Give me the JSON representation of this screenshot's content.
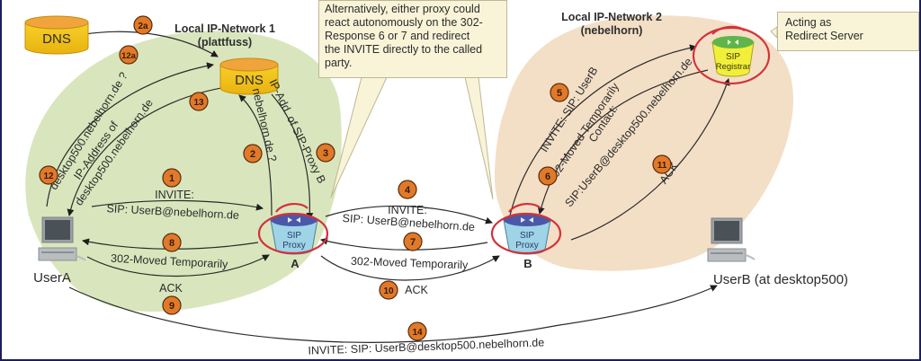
{
  "networks": {
    "net1": {
      "title": "Local IP-Network 1",
      "subtitle": "(plattfuss)",
      "color": "#d9e6bd"
    },
    "net2": {
      "title": "Local IP-Network 2",
      "subtitle": "(nebelhorn)",
      "color": "#f3dfc6"
    }
  },
  "nodes": {
    "dns_external": "DNS",
    "dns_local": "DNS",
    "proxy_a": {
      "line1": "SIP",
      "line2": "Proxy",
      "label": "A"
    },
    "proxy_b": {
      "line1": "SIP",
      "line2": "Proxy",
      "label": "B"
    },
    "registrar": {
      "line1": "SIP",
      "line2": "Registrar"
    },
    "user_a": "UserA",
    "user_b": "UserB (at desktop500)"
  },
  "callouts": {
    "alternative": [
      "Alternatively, either proxy could",
      "react autonomously on the 302-",
      "Response 6 or 7 and redirect",
      "the INVITE directly to the called",
      "party."
    ],
    "redirect": [
      "Acting as",
      "Redirect Server"
    ]
  },
  "steps": {
    "s1": "1",
    "s2": "2",
    "s2a": "2a",
    "s3": "3",
    "s4": "4",
    "s5": "5",
    "s6": "6",
    "s7": "7",
    "s8": "8",
    "s9": "9",
    "s10": "10",
    "s11": "11",
    "s12": "12",
    "s12a": "12a",
    "s13": "13",
    "s14": "14"
  },
  "messages": {
    "m1_a": "INVITE:",
    "m1_b": "SIP: UserB@nebelhorn.de",
    "m2": "nebelhorn.de ?",
    "m3": "IP-Add. of SIP-Proxy B",
    "m4_a": "INVITE:",
    "m4_b": "SIP: UserB@nebelhorn.de",
    "m5": "INVITE: SIP: UserB",
    "m6_a": "302-Moved Temporarily",
    "m6_b": "Contact:",
    "m6_c": "SIP:UserB@desktop500.nebelhorn.de",
    "m7": "302-Moved Temporarily",
    "m8": "302-Moved Temporarily",
    "m9": "ACK",
    "m10": "ACK",
    "m11": "ACK",
    "m12": "desktop500.nebelhorn.de ?",
    "m13_a": "IP-Address of",
    "m13_b": "desktop500.nebelhorn.de",
    "m14": "INVITE: SIP: UserB@desktop500.nebelhorn.de"
  },
  "colors": {
    "badge": "#e07a2a",
    "ring": "#d3323a",
    "dns": "#f2c21a",
    "proxy_top": "#4b58a8",
    "proxy_body": "#9fd3e6",
    "registrar_top": "#5fb54a",
    "registrar_body": "#f2ef3a"
  }
}
